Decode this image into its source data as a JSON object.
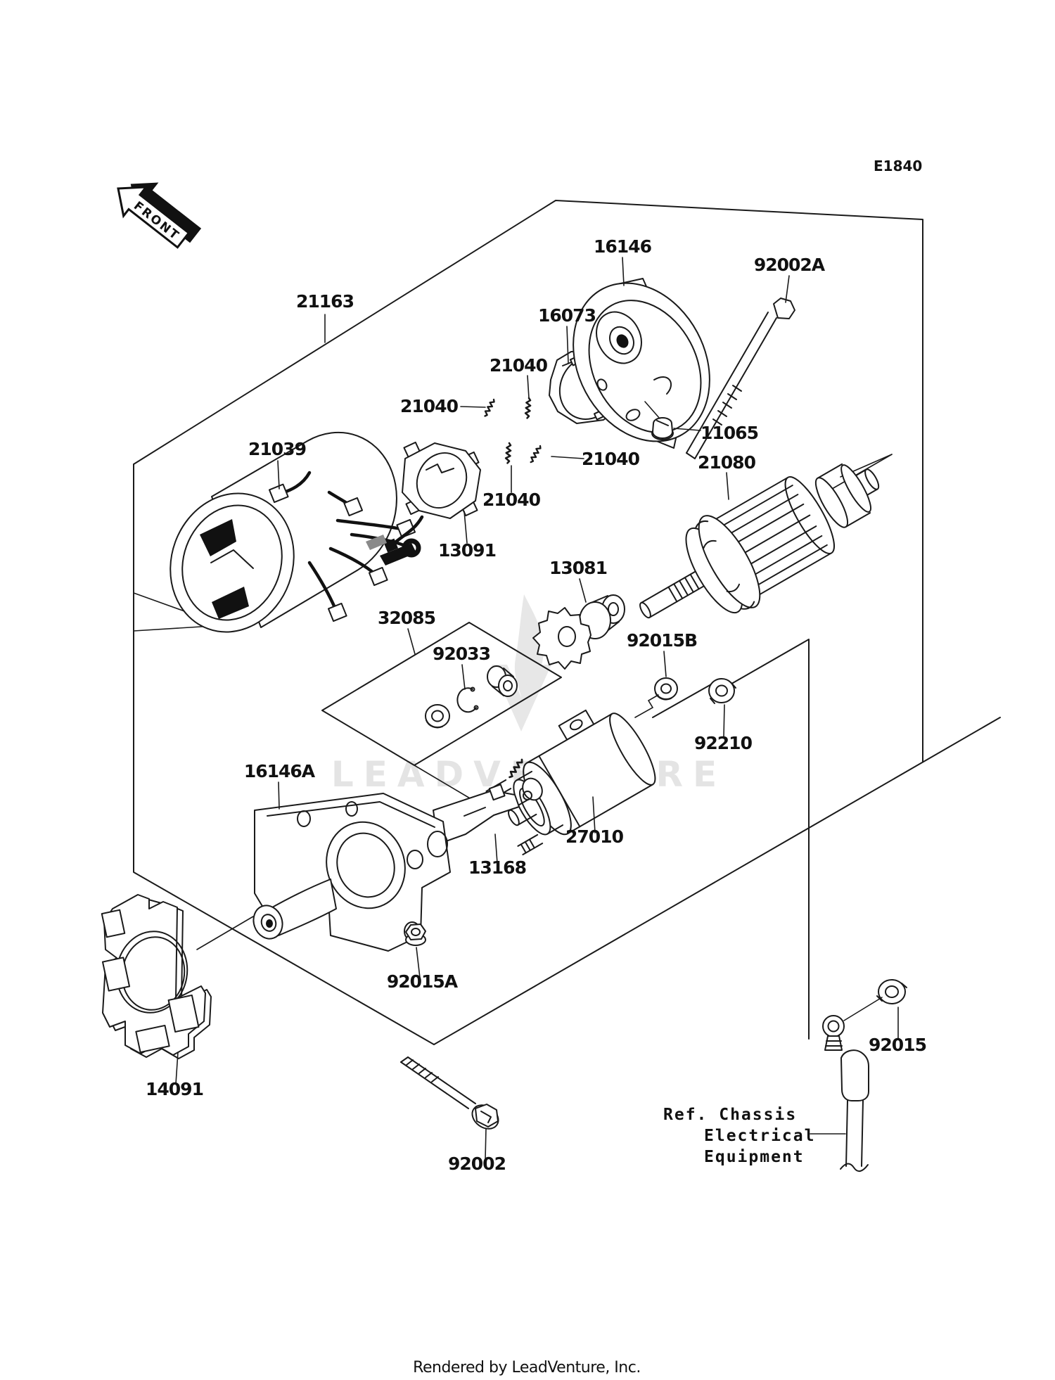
{
  "page": {
    "diagram_code": "E1840",
    "front_arrow_label": "FRONT",
    "watermark_text": "LEADVENTURE",
    "footer_text": "Rendered by LeadVenture, Inc.",
    "background": "#ffffff",
    "line_color": "#1a1a1a",
    "watermark_color": "#e4e4e4"
  },
  "ref_note": {
    "line1": "Ref. Chassis",
    "line2": "Electrical",
    "line3": "Equipment"
  },
  "part_labels": {
    "n21163": "21163",
    "n16146": "16146",
    "n92002a": "92002A",
    "n16073": "16073",
    "n21040_top": "21040",
    "n21040_left": "21040",
    "n21040_right": "21040",
    "n21040_bottom": "21040",
    "n11065": "11065",
    "n21080": "21080",
    "n21039": "21039",
    "n13091": "13091",
    "n13081": "13081",
    "n32085": "32085",
    "n92033": "92033",
    "n92015b": "92015B",
    "n92210": "92210",
    "n16146a": "16146A",
    "n27010": "27010",
    "n13168": "13168",
    "n92015a": "92015A",
    "n14091": "14091",
    "n92002": "92002",
    "n92015": "92015"
  }
}
